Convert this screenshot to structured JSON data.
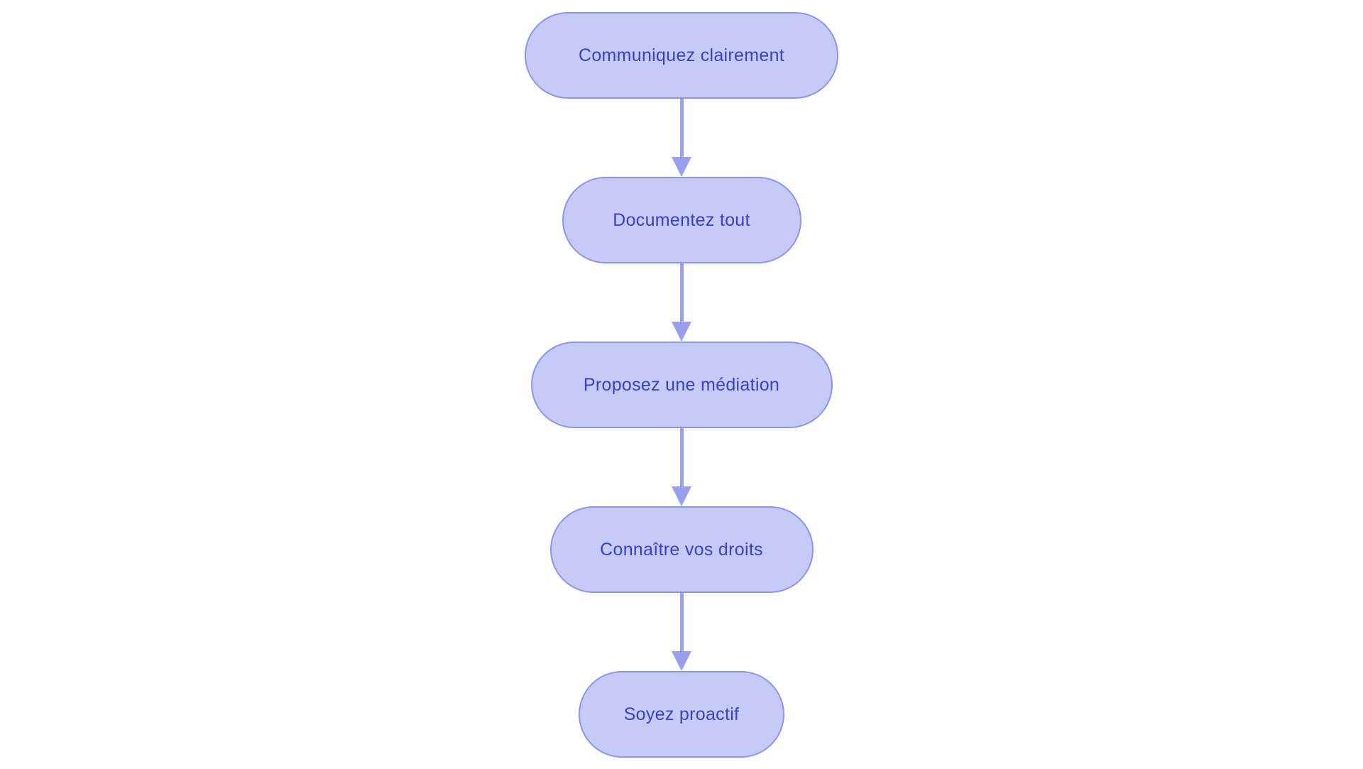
{
  "flowchart": {
    "type": "vertical-flow",
    "colors": {
      "background": "#ffffff",
      "node_fill": "#c6caf7",
      "node_border": "#8d95e8",
      "node_text": "#3a41c4",
      "arrow": "#99a1ee"
    },
    "nodes": [
      {
        "label": "Communiquez clairement"
      },
      {
        "label": "Documentez tout"
      },
      {
        "label": "Proposez une médiation"
      },
      {
        "label": "Connaître vos droits"
      },
      {
        "label": "Soyez proactif"
      }
    ],
    "connections": [
      {
        "from": 0,
        "to": 1
      },
      {
        "from": 1,
        "to": 2
      },
      {
        "from": 2,
        "to": 3
      },
      {
        "from": 3,
        "to": 4
      }
    ]
  }
}
